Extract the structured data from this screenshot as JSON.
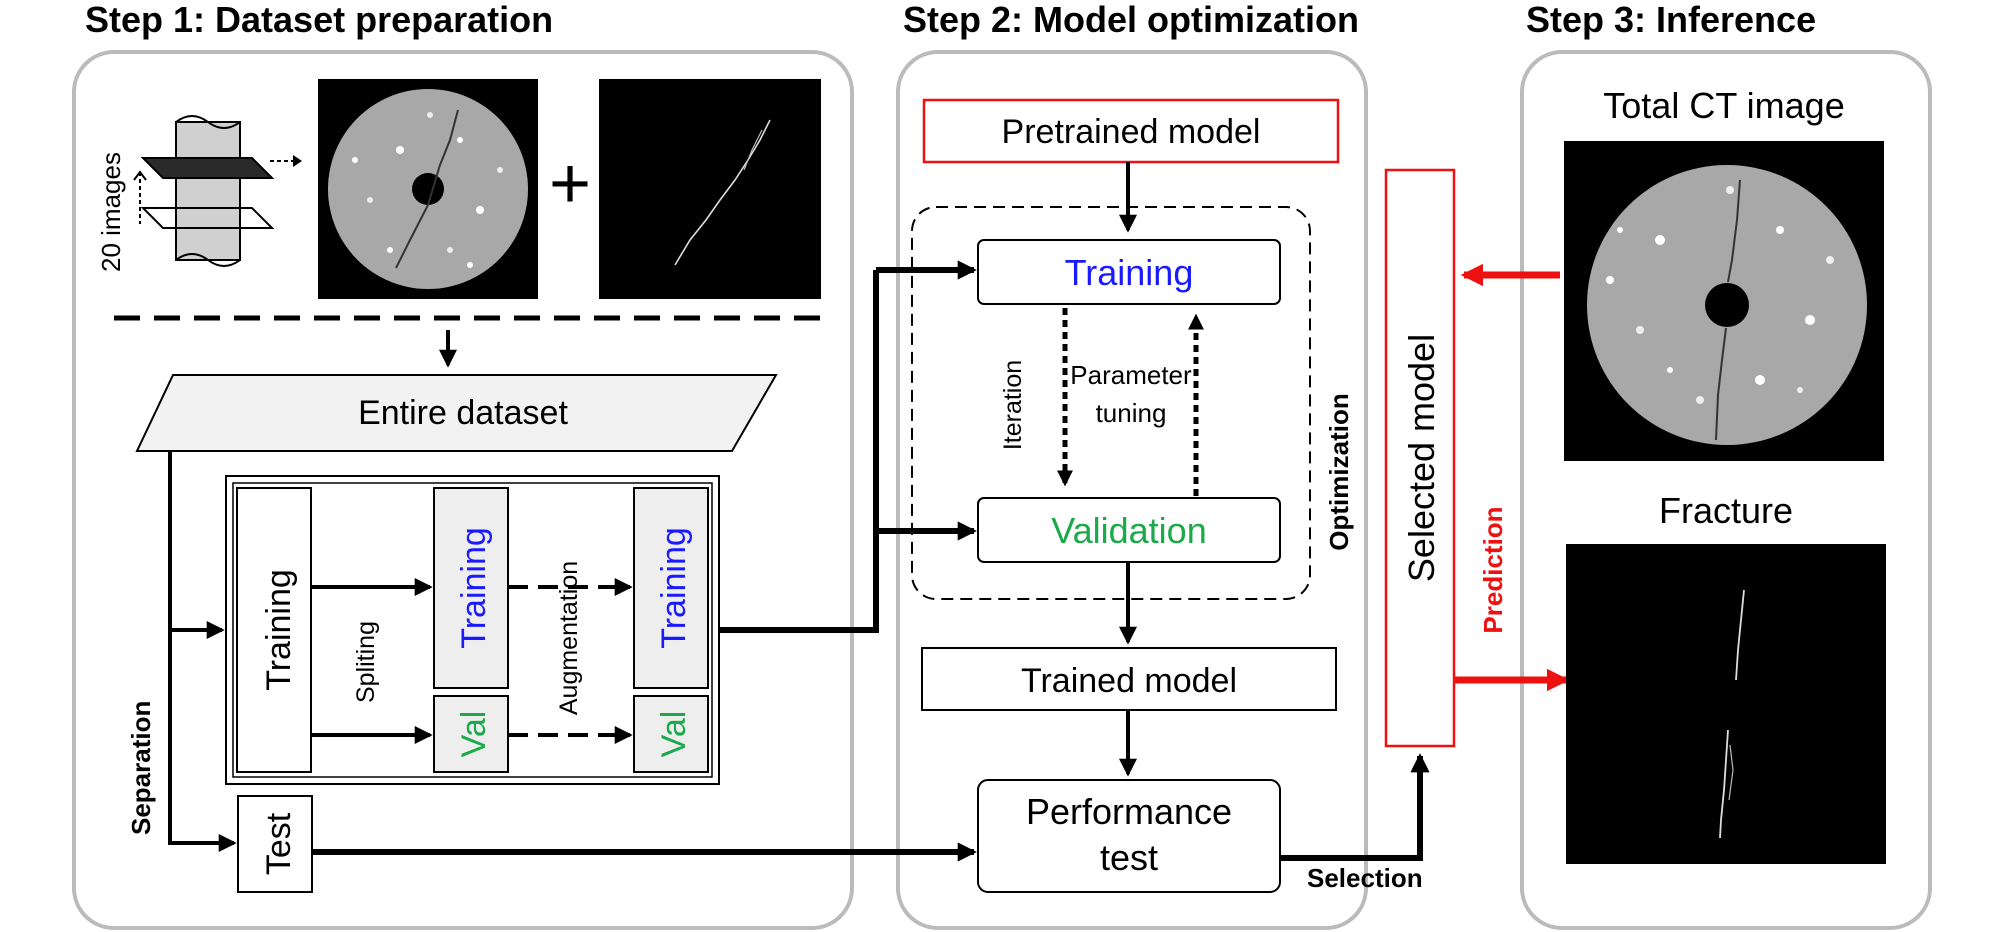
{
  "steps": {
    "step1": "Step 1: Dataset preparation",
    "step2": "Step 2: Model optimization",
    "step3": "Step 3: Inference"
  },
  "step1": {
    "images_count": "20 images",
    "plus": "+",
    "entire_dataset": "Entire dataset",
    "separation": "Separation",
    "training_block": "Training",
    "spliting": "Spliting",
    "split_training": "Training",
    "split_val": "Val",
    "augmentation": "Augmentation",
    "aug_training": "Training",
    "aug_val": "Val",
    "test": "Test"
  },
  "step2": {
    "pretrained_model": "Pretrained model",
    "training": "Training",
    "validation": "Validation",
    "iteration": "Iteration",
    "parameter_tuning_line1": "Parameter",
    "parameter_tuning_line2": "tuning",
    "optimization": "Optimization",
    "trained_model": "Trained model",
    "performance_test_line1": "Performance",
    "performance_test_line2": "test",
    "selection": "Selection"
  },
  "step3": {
    "selected_model": "Selected model",
    "prediction": "Prediction",
    "total_ct_image": "Total CT image",
    "fracture": "Fracture"
  },
  "colors": {
    "training_text": "#1a1aff",
    "validation_text": "#1aaa4a",
    "red_accent": "#ee1111",
    "panel_border": "#bbbbbb",
    "ct_gray": "#a8a8a8"
  }
}
